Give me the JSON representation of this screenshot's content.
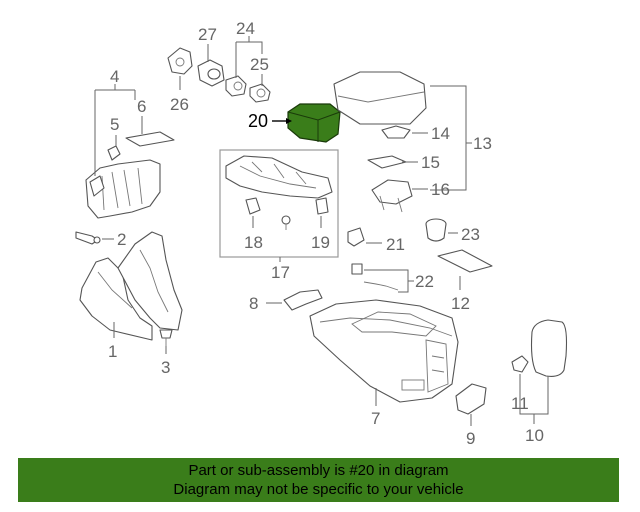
{
  "diagram": {
    "highlight_color": "#3a7d1a",
    "labels": {
      "l1": "1",
      "l2": "2",
      "l3": "3",
      "l4": "4",
      "l5": "5",
      "l6": "6",
      "l7": "7",
      "l8": "8",
      "l9": "9",
      "l10": "10",
      "l11": "11",
      "l12": "12",
      "l13": "13",
      "l14": "14",
      "l15": "15",
      "l16": "16",
      "l17": "17",
      "l18": "18",
      "l19": "19",
      "l20": "20",
      "l21": "21",
      "l22": "22",
      "l23": "23",
      "l24": "24",
      "l25": "25",
      "l26": "26",
      "l27": "27"
    }
  },
  "footer": {
    "line1": "Part or sub-assembly is #20 in diagram",
    "line2": "Diagram may not be specific to your vehicle"
  }
}
